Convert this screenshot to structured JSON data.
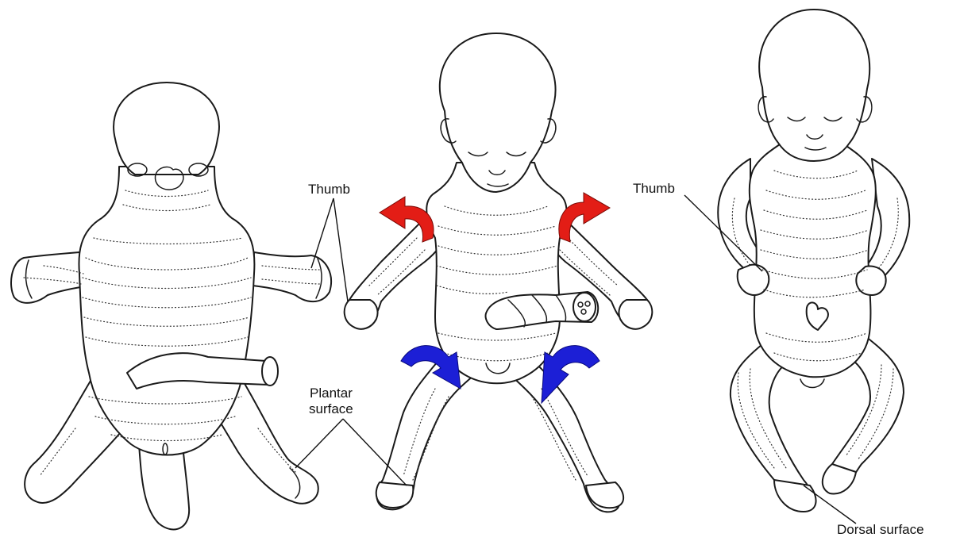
{
  "labels": {
    "thumb_middle": "Thumb",
    "thumb_right": "Thumb",
    "plantar_line1": "Plantar",
    "plantar_line2": "surface",
    "dorsal": "Dorsal surface"
  },
  "colors": {
    "upper_arrows": "#e31d16",
    "lower_arrows": "#1c1fd6",
    "line": "#1a1a1a"
  },
  "icons": {
    "upper_arrows": "curved-arrow-rotation",
    "lower_arrows": "curved-arrow-rotation"
  }
}
